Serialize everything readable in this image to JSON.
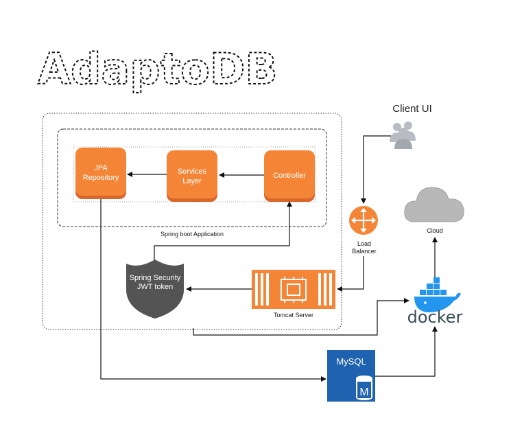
{
  "title": "AdaptoDB",
  "controller": {
    "label": "Controller"
  },
  "services": {
    "line1": "Services",
    "line2": "Layer"
  },
  "jpa": {
    "line1": "JPA",
    "line2": "Repository"
  },
  "spring_boot": {
    "label": "Spring boot Application"
  },
  "client": {
    "label": "Client UI"
  },
  "load_balancer": {
    "line1": "Load",
    "line2": "Balancer"
  },
  "cloud": {
    "label": "Cloud"
  },
  "security": {
    "line1": "Spring Security",
    "line2": "JWT token"
  },
  "tomcat": {
    "label": "Tomcat Server"
  },
  "docker": {
    "label": "docker"
  },
  "mysql": {
    "label": "MySQL",
    "badge": "M"
  },
  "colors": {
    "orange": "#f58536",
    "orange_dark": "#d9662a",
    "dark_gray": "#545454",
    "blue": "#1f62b0",
    "docker_blue": "#2496ed",
    "cloud_gray": "#b8b8b8"
  }
}
